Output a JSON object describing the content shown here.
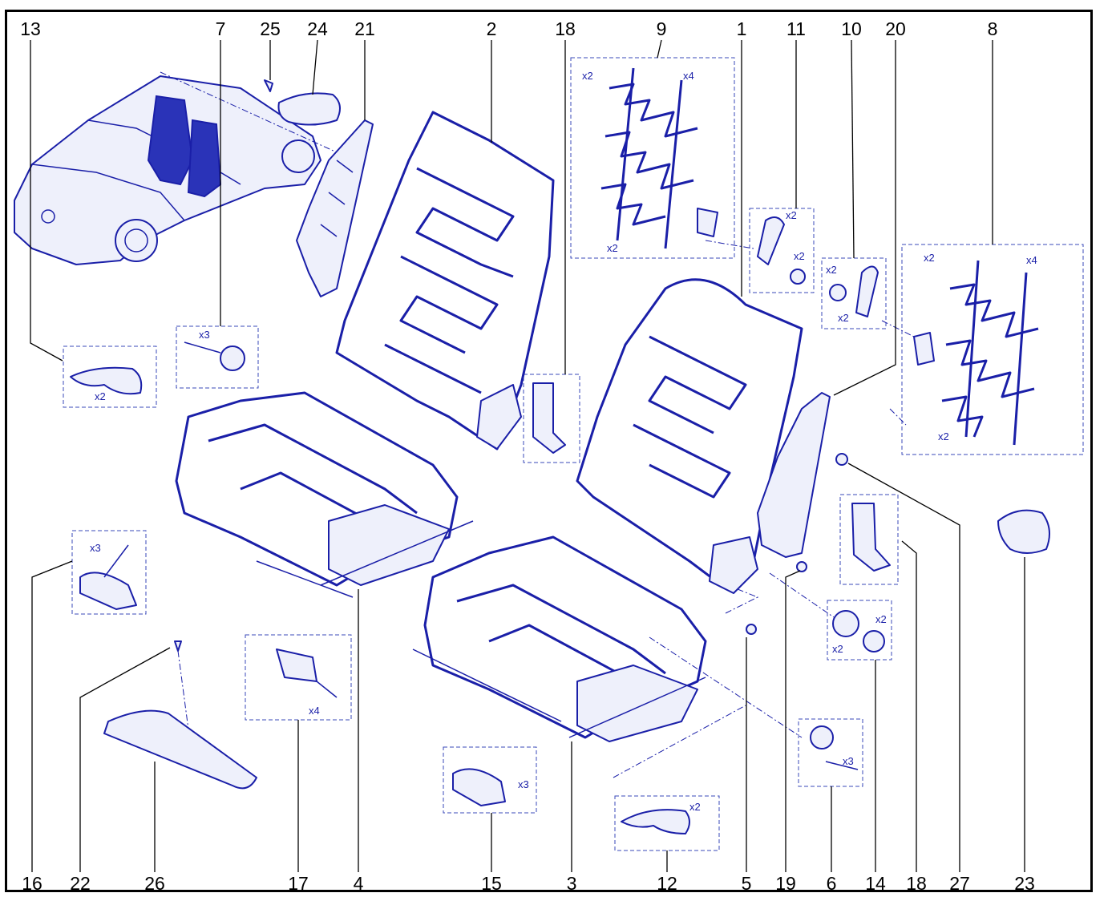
{
  "callouts_top": [
    "13",
    "7",
    "25",
    "24",
    "21",
    "2",
    "18",
    "9",
    "1",
    "11",
    "10",
    "20",
    "8"
  ],
  "callouts_bottom": [
    "16",
    "22",
    "26",
    "17",
    "4",
    "15",
    "3",
    "12",
    "5",
    "19",
    "6",
    "14",
    "18",
    "27",
    "23"
  ],
  "quantity_marks": {
    "q9a": "x2",
    "q9b": "x4",
    "q9c": "x2",
    "q11a": "x2",
    "q11b": "x2",
    "q10a": "x2",
    "q10b": "x2",
    "q8a": "x2",
    "q8b": "x4",
    "q8c": "x2",
    "q7": "x3",
    "q13": "x2",
    "q16": "x3",
    "q17": "x4",
    "q15": "x3",
    "q12": "x2",
    "q6": "x3",
    "q14a": "x2",
    "q14b": "x2"
  },
  "colors": {
    "ink": "#1a1fa8",
    "frame": "#000000",
    "background": "#ffffff"
  }
}
